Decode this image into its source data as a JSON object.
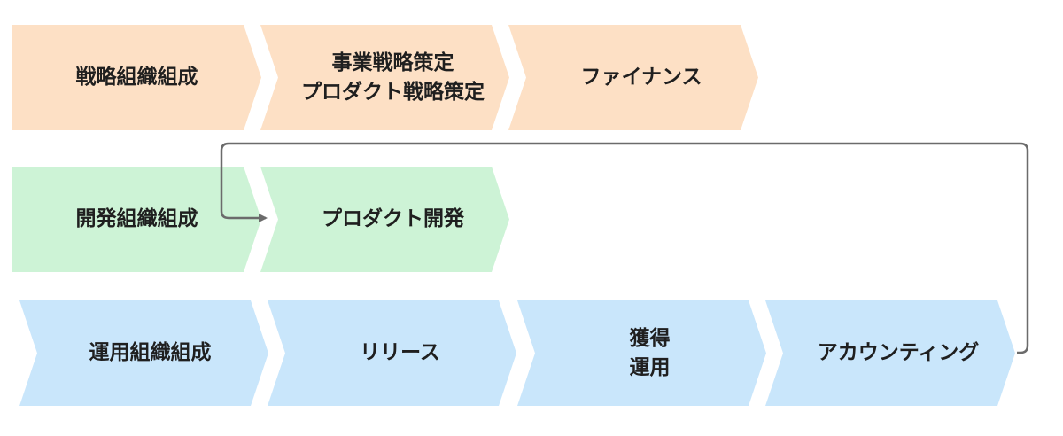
{
  "rows": {
    "strategy": {
      "org": "戦略組織組成",
      "business_plan": "事業戦略策定\nプロダクト戦略策定",
      "finance": "ファイナンス"
    },
    "development": {
      "org": "開発組織組成",
      "product_dev": "プロダクト開発"
    },
    "operations": {
      "org": "運用組織組成",
      "release": "リリース",
      "acquire_operate": "獲得\n運用",
      "accounting": "アカウンティング"
    }
  },
  "colors": {
    "strategy_row": "#fde0c5",
    "development_row": "#cdf3d6",
    "operations_row": "#c9e6fb",
    "connector": "#6b6b6b",
    "text": "#1f1f1f"
  }
}
